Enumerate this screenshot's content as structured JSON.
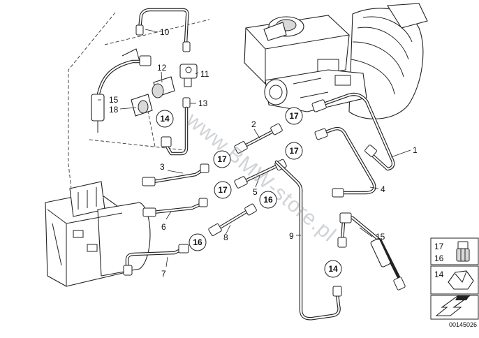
{
  "diagram": {
    "part_labels": [
      {
        "id": "p10",
        "text": "10"
      },
      {
        "id": "p12",
        "text": "12"
      },
      {
        "id": "p11",
        "text": "11"
      },
      {
        "id": "p15a",
        "text": "15"
      },
      {
        "id": "p18",
        "text": "18"
      },
      {
        "id": "p13",
        "text": "13"
      },
      {
        "id": "p2",
        "text": "2"
      },
      {
        "id": "p3",
        "text": "3"
      },
      {
        "id": "p1",
        "text": "1"
      },
      {
        "id": "p4",
        "text": "4"
      },
      {
        "id": "p5",
        "text": "5"
      },
      {
        "id": "p6",
        "text": "6"
      },
      {
        "id": "p8",
        "text": "8"
      },
      {
        "id": "p9",
        "text": "9"
      },
      {
        "id": "p15b",
        "text": "15"
      },
      {
        "id": "p7",
        "text": "7"
      }
    ],
    "circle_labels": [
      {
        "id": "c14a",
        "text": "14"
      },
      {
        "id": "c17a",
        "text": "17"
      },
      {
        "id": "c17b",
        "text": "17"
      },
      {
        "id": "c17c",
        "text": "17"
      },
      {
        "id": "c17d",
        "text": "17"
      },
      {
        "id": "c16a",
        "text": "16"
      },
      {
        "id": "c16b",
        "text": "16"
      },
      {
        "id": "c14b",
        "text": "14"
      }
    ],
    "watermark": "www.BMW-store.pl",
    "legend": {
      "row1_top": "17",
      "row1_bottom": "16",
      "row2": "14"
    },
    "image_number": "00145026"
  }
}
